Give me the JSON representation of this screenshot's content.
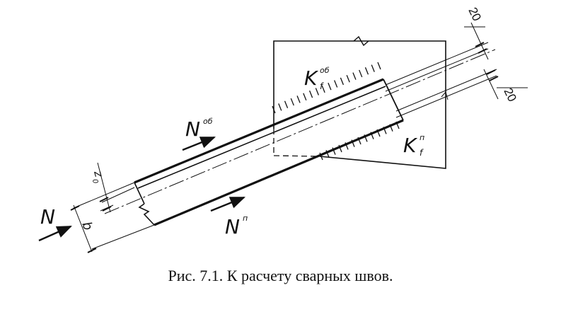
{
  "figure": {
    "caption": "Рис. 7.1. К расчету сварных швов.",
    "labels": {
      "force_main": "N",
      "force_back": "N",
      "force_back_sup": "об",
      "force_pen": "N",
      "force_pen_sup": "п",
      "weld_back": "K",
      "weld_back_sub": "f",
      "weld_back_sup": "об",
      "weld_pen": "K",
      "weld_pen_sub": "f",
      "weld_pen_sup": "п",
      "dim_top": "20",
      "dim_right": "20",
      "dim_z": "z",
      "dim_z_sub": "0",
      "dim_b": "b"
    },
    "colors": {
      "ink": "#111111",
      "background": "#ffffff"
    }
  }
}
